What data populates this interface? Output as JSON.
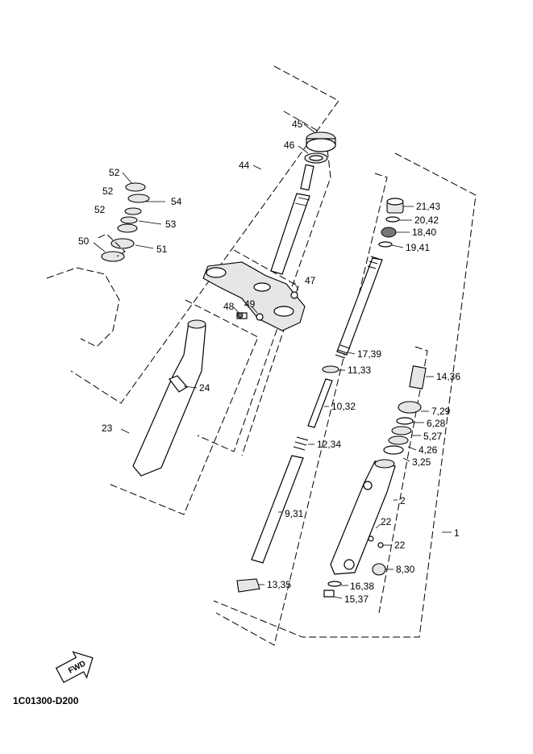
{
  "drawing_code": "1C01300-D200",
  "fwd_label": "FWD",
  "callouts": {
    "c45": "45",
    "c46": "46",
    "c44": "44",
    "c47": "47",
    "c48": "48",
    "c49": "49",
    "c52a": "52",
    "c52b": "52",
    "c52c": "52",
    "c54": "54",
    "c53": "53",
    "c50": "50",
    "c51": "51",
    "c21": "21,43",
    "c20": "20,42",
    "c18": "18,40",
    "c19": "19,41",
    "c17": "17,39",
    "c11": "11,33",
    "c10": "10,32",
    "c12": "12,34",
    "c9": "9,31",
    "c13": "13,35",
    "c24": "24",
    "c23": "23",
    "c14": "14,36",
    "c7": "7,29",
    "c6": "6,28",
    "c5": "5,27",
    "c4": "4,26",
    "c3": "3,25",
    "c2": "2",
    "c1": "1",
    "c22a": "22",
    "c22b": "22",
    "c8": "8,30",
    "c16": "16,38",
    "c15": "15,37"
  }
}
